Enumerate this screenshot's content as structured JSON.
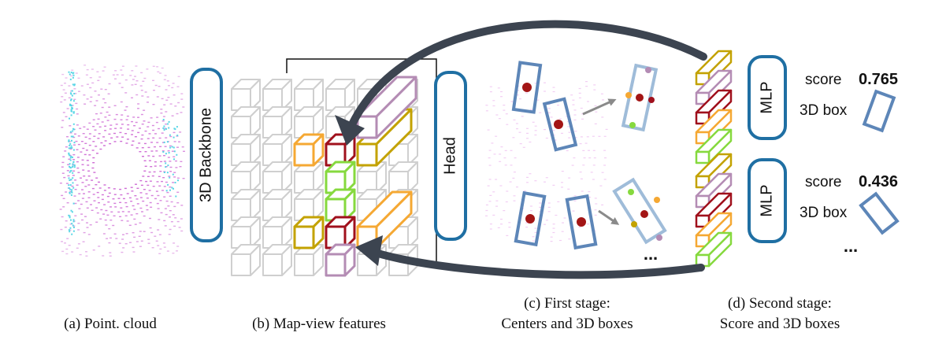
{
  "captions": {
    "a": "(a) Point. cloud",
    "b": "(b) Map-view features",
    "c_line1": "(c) First stage:",
    "c_line2": "Centers and 3D boxes",
    "d_line1": "(d) Second stage:",
    "d_line2": "Score and 3D boxes"
  },
  "blocks": {
    "backbone": "3D Backbone",
    "head": "Head",
    "mlp_top": "MLP",
    "mlp_bottom": "MLP"
  },
  "outputs": {
    "top": {
      "score_label": "score",
      "score_value": "0.765",
      "box_label": "3D box"
    },
    "bottom": {
      "score_label": "score",
      "score_value": "0.436",
      "box_label": "3D box"
    },
    "more_results": "...",
    "more_boxes": "..."
  },
  "colors": {
    "block_border": "#1f6fa3",
    "arrow": "#3c4450",
    "box_blue": "#5d86b8",
    "box_light": "#9fbcd9",
    "center_red": "#a31515",
    "olive": "#c3a200",
    "purple": "#b48cb4",
    "maroon": "#a0101c",
    "orange": "#f5a833",
    "green": "#86d93e",
    "point_magenta": "#c040c8",
    "point_cyan": "#5ad6e6"
  }
}
